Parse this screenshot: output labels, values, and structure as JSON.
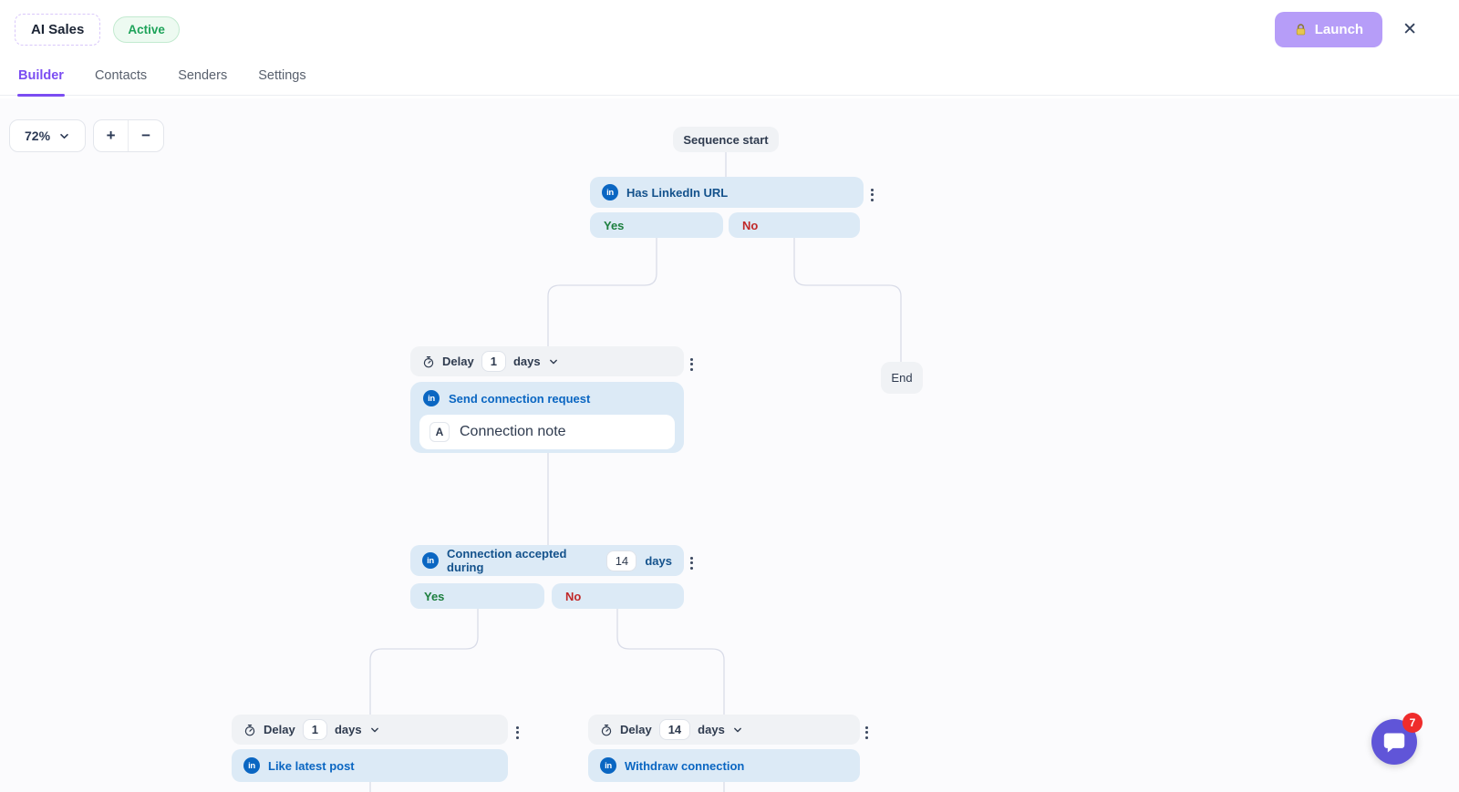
{
  "header": {
    "campaign_name": "AI Sales",
    "status": "Active",
    "launch_label": "Launch",
    "close_glyph": "✕"
  },
  "tabs": [
    {
      "label": "Builder",
      "active": true
    },
    {
      "label": "Contacts",
      "active": false
    },
    {
      "label": "Senders",
      "active": false
    },
    {
      "label": "Settings",
      "active": false
    }
  ],
  "canvas": {
    "zoom": {
      "value": "72%",
      "zoom_in": "+",
      "zoom_out": "−"
    },
    "nodes": {
      "sequence_start": "Sequence start",
      "condition_linkedin": {
        "label": "Has LinkedIn URL",
        "yes": "Yes",
        "no": "No"
      },
      "delay_top": {
        "label": "Delay",
        "value": "1",
        "unit": "days"
      },
      "send_request": {
        "label": "Send connection request",
        "note_badge": "A",
        "note_label": "Connection note"
      },
      "condition_accepted": {
        "label": "Connection accepted during",
        "value": "14",
        "unit": "days",
        "yes": "Yes",
        "no": "No"
      },
      "end": "End",
      "delay_left": {
        "label": "Delay",
        "value": "1",
        "unit": "days"
      },
      "like_post": "Like latest post",
      "delay_right": {
        "label": "Delay",
        "value": "14",
        "unit": "days"
      },
      "withdraw": "Withdraw connection"
    }
  },
  "icons": {
    "linkedin_glyph": "in"
  },
  "chat": {
    "unread_count": "7"
  },
  "colors": {
    "accent_purple": "#7b4df2",
    "launch_button_bg": "#b69df8",
    "linkedin_blue": "#0a66c2",
    "node_blue_bg": "#dceaf6",
    "node_gray_bg": "#f0f2f5",
    "active_badge_green": "#1ea35a",
    "yes_green": "#1d7f3f",
    "no_red": "#c02828",
    "chat_widget_purple": "#6055d8",
    "badge_red": "#ef2c2c"
  }
}
